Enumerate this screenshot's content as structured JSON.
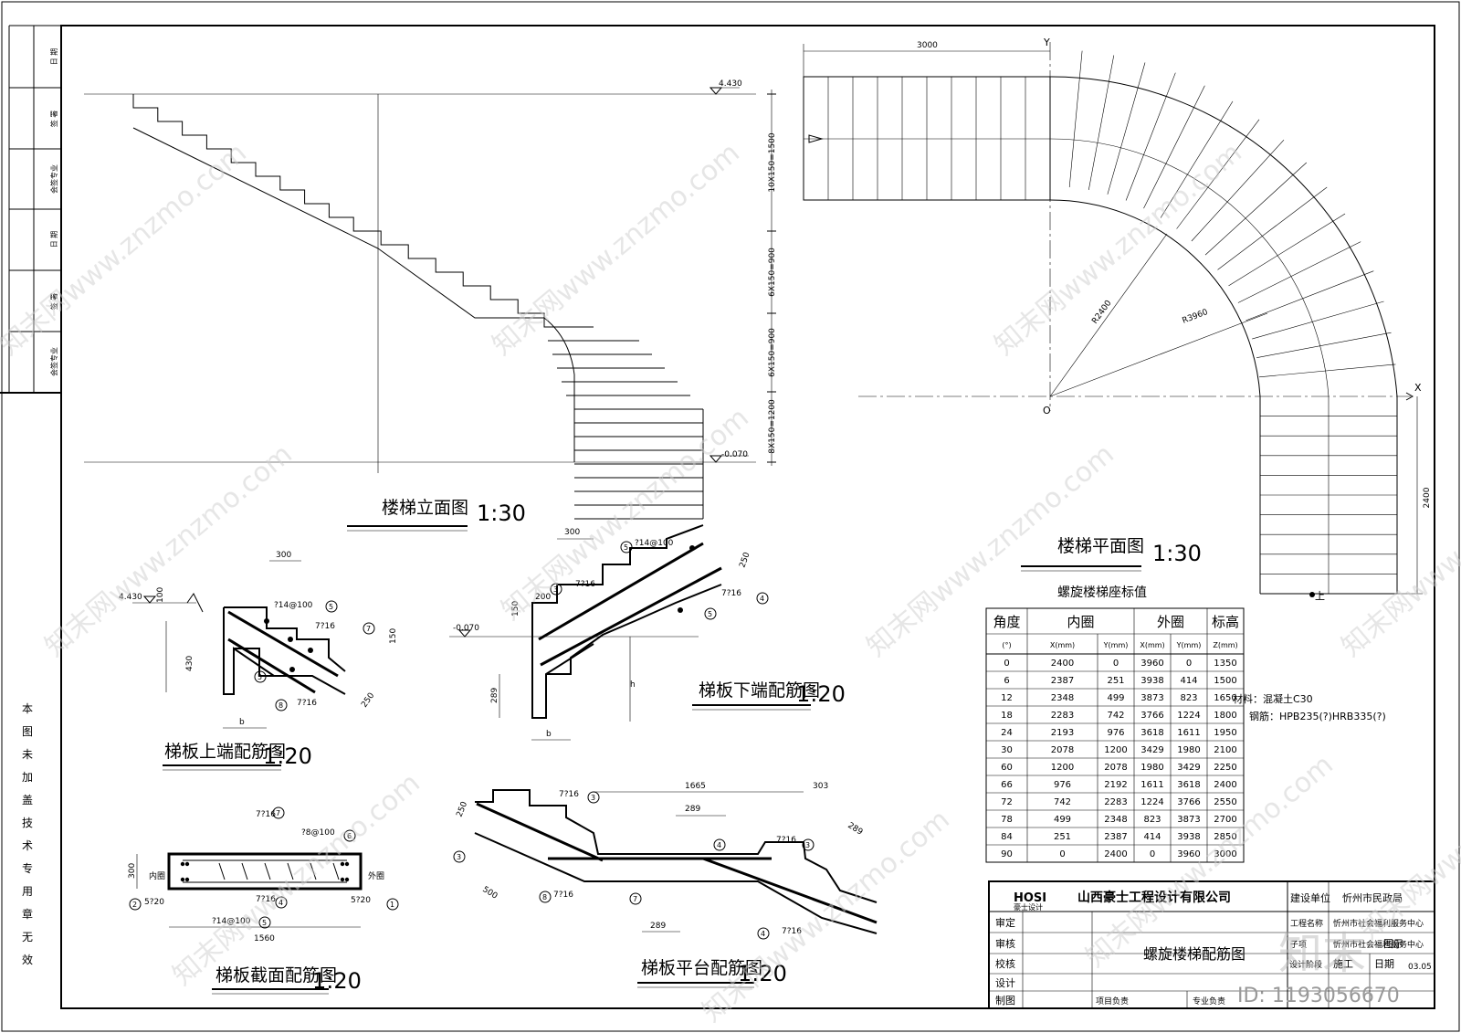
{
  "elevation": {
    "title": "楼梯立面图",
    "scale": "1:30",
    "level_top": "4.430",
    "level_bottom": "-0.070",
    "dims": [
      "10X150=1500",
      "6X150=900",
      "6X150=900",
      "8X150=1200"
    ]
  },
  "plan": {
    "title": "楼梯平面图",
    "scale": "1:30",
    "dim_top": "3000",
    "dim_right": "2400",
    "r_inner": "R2400",
    "r_outer": "R3960",
    "axis_x": "X",
    "axis_y": "Y",
    "origin": "O",
    "up_mark": "上"
  },
  "detail_top": {
    "title": "梯板上端配筋图",
    "scale": "1:20",
    "level": "4.430",
    "dims": [
      "300",
      "100",
      "430",
      "150",
      "250",
      "b"
    ],
    "labels": [
      "?14@100",
      "7?16",
      "7?16"
    ],
    "marks": [
      "5",
      "7",
      "5",
      "8"
    ]
  },
  "detail_bottom": {
    "title": "梯板下端配筋图",
    "scale": "1:20",
    "level": "-0.070",
    "dims": [
      "300",
      "150",
      "200",
      "250",
      "289",
      "b",
      "h"
    ],
    "labels": [
      "?14@100",
      "7?16",
      "7?16"
    ],
    "marks": [
      "5",
      "3",
      "4",
      "5"
    ]
  },
  "detail_section": {
    "title": "梯板截面配筋图",
    "scale": "1:20",
    "dims": [
      "300",
      "1560"
    ],
    "labels": [
      "7?16",
      "?8@100",
      "7?16",
      "5?20",
      "?14@100",
      "5?20"
    ],
    "marks": [
      "7",
      "6",
      "4",
      "2",
      "5",
      "1"
    ],
    "inner": "内圈",
    "outer": "外圈"
  },
  "detail_platform": {
    "title": "梯板平台配筋图",
    "scale": "1:20",
    "dims": [
      "1665",
      "303",
      "289",
      "289",
      "250",
      "500",
      "289"
    ],
    "labels": [
      "7?16",
      "7?16",
      "7?16",
      "7?16"
    ],
    "marks": [
      "3",
      "4",
      "3",
      "8",
      "7",
      "4"
    ]
  },
  "table": {
    "title": "螺旋楼梯座标值",
    "headers": [
      "角度",
      "内圈",
      "外圈",
      "标高"
    ],
    "subheaders": [
      "(°)",
      "X(mm)",
      "Y(mm)",
      "X(mm)",
      "Y(mm)",
      "Z(mm)"
    ],
    "rows": [
      [
        "0",
        "2400",
        "0",
        "3960",
        "0",
        "1350"
      ],
      [
        "6",
        "2387",
        "251",
        "3938",
        "414",
        "1500"
      ],
      [
        "12",
        "2348",
        "499",
        "3873",
        "823",
        "1650"
      ],
      [
        "18",
        "2283",
        "742",
        "3766",
        "1224",
        "1800"
      ],
      [
        "24",
        "2193",
        "976",
        "3618",
        "1611",
        "1950"
      ],
      [
        "30",
        "2078",
        "1200",
        "3429",
        "1980",
        "2100"
      ],
      [
        "60",
        "1200",
        "2078",
        "1980",
        "3429",
        "2250"
      ],
      [
        "66",
        "976",
        "2192",
        "1611",
        "3618",
        "2400"
      ],
      [
        "72",
        "742",
        "2283",
        "1224",
        "3766",
        "2550"
      ],
      [
        "78",
        "499",
        "2348",
        "823",
        "3873",
        "2700"
      ],
      [
        "84",
        "251",
        "2387",
        "414",
        "3938",
        "2850"
      ],
      [
        "90",
        "0",
        "2400",
        "0",
        "3960",
        "3000"
      ]
    ]
  },
  "materials": {
    "line1": "材料：混凝土C30",
    "line2": "钢筋：HPB235(?)HRB335(?)"
  },
  "titleblock": {
    "logo_text": "HOSI",
    "logo_sub": "豪士设计",
    "company": "山西豪士工程设计有限公司",
    "client_label": "建设单位",
    "client": "忻州市民政局",
    "project_label": "工程名称",
    "project": "忻州市社会福利服务中心",
    "item_label": "子项",
    "item": "忻州市社会福利服务中心",
    "drawing_name": "螺旋楼梯配筋图",
    "roles": [
      "审定",
      "审核",
      "校核",
      "设计",
      "制图"
    ],
    "proj_lead": "项目负责",
    "spec_lead": "专业负责",
    "stage_label": "设计阶段",
    "stage": "施工",
    "date_label": "日期",
    "date": "03.05",
    "no_label": "图示"
  },
  "side_note": [
    "本",
    "图",
    "未",
    "加",
    "盖",
    "技",
    "术",
    "专",
    "用",
    "章",
    "无",
    "效"
  ],
  "side_strip": [
    "日 期",
    "签 署",
    "会签专业",
    "日 期",
    "签 署",
    "会签专业"
  ],
  "watermark": {
    "text": "知末网www.znzmo.com",
    "id": "ID: 1193056670",
    "brand": "知末"
  }
}
